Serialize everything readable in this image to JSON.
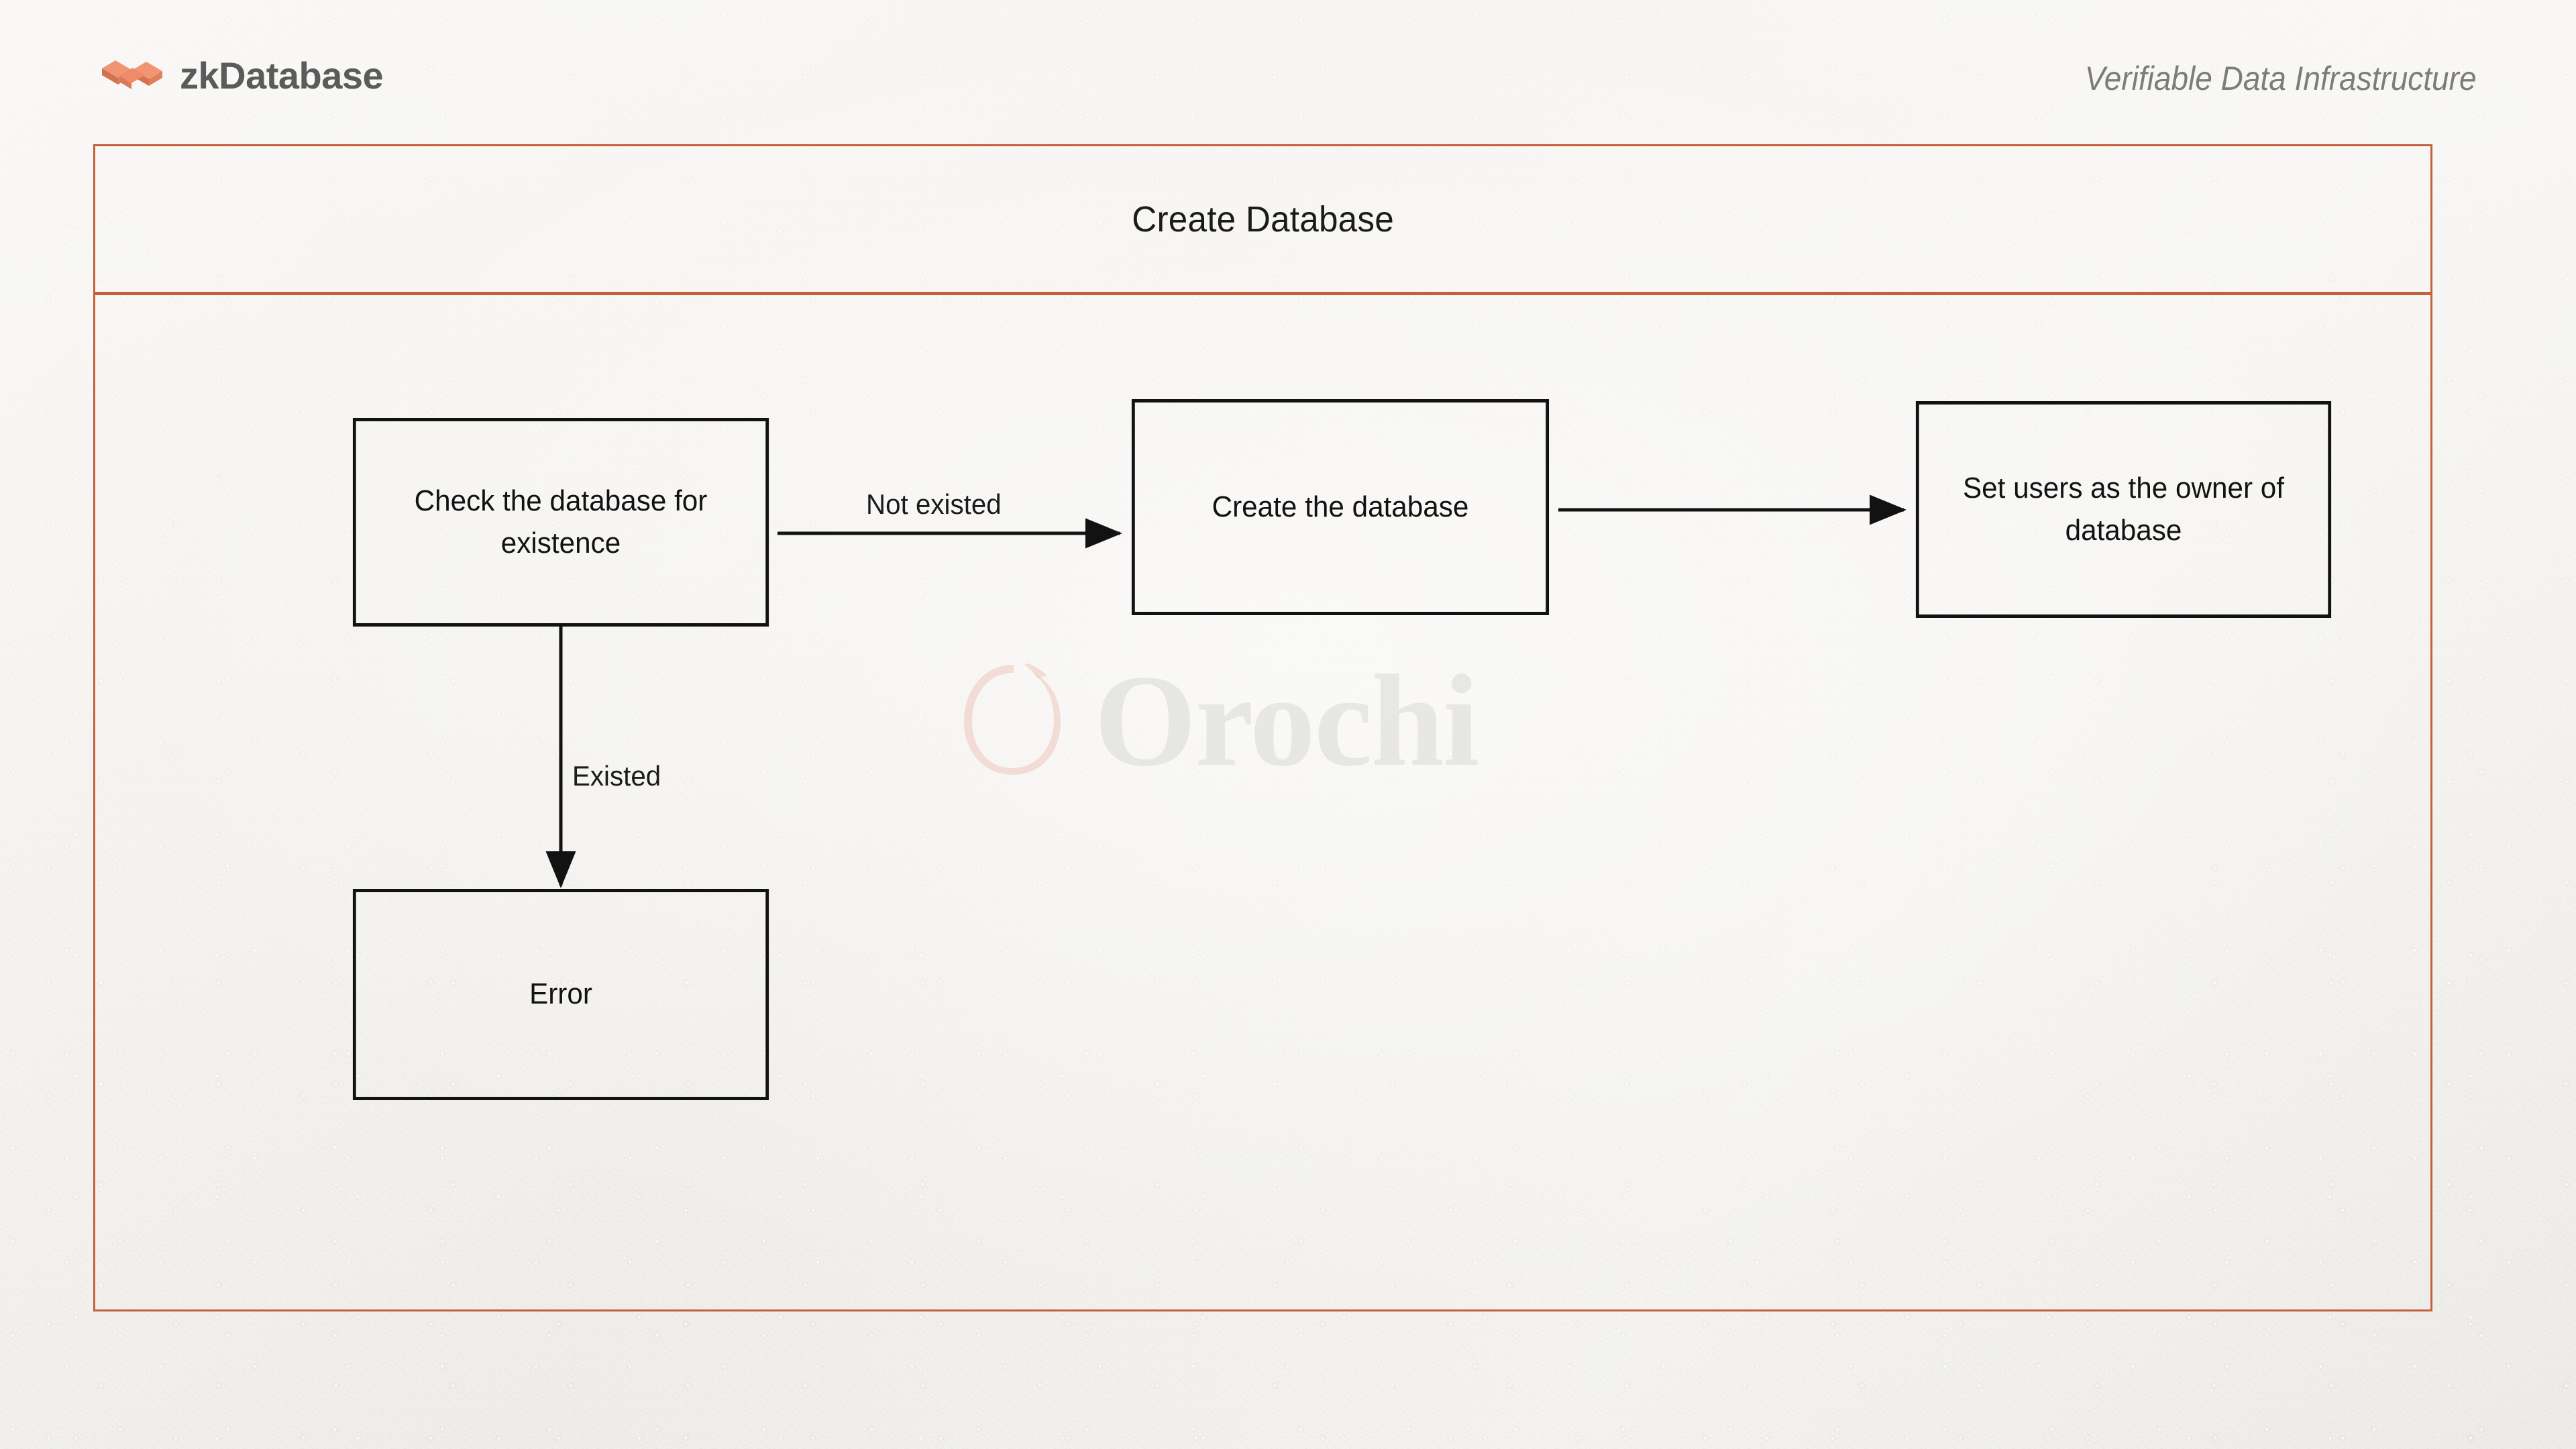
{
  "header": {
    "brand_name": "zkDatabase",
    "logo_icon": "zkdatabase-cubes-logo",
    "tagline": "Verifiable Data Infrastructure"
  },
  "panel": {
    "title": "Create Database"
  },
  "watermark": {
    "mark_icon": "orochi-circle-mark",
    "text": "Orochi"
  },
  "diagram": {
    "nodes": [
      {
        "id": "check",
        "label": "Check the database for existence"
      },
      {
        "id": "create",
        "label": "Create the database"
      },
      {
        "id": "owner",
        "label": "Set users as the owner of database"
      },
      {
        "id": "error",
        "label": "Error"
      }
    ],
    "edges": [
      {
        "from": "check",
        "to": "create",
        "label": "Not existed"
      },
      {
        "from": "check",
        "to": "error",
        "label": "Existed"
      },
      {
        "from": "create",
        "to": "owner",
        "label": ""
      }
    ]
  },
  "colors": {
    "frame": "#c4613c",
    "logo": "#ee8b6a",
    "logo_shade": "#c96a4c",
    "node_stroke": "#121212",
    "text": "#1b1b1b",
    "tagline_text": "#7c7c7c",
    "brand_text": "#5b5b5b",
    "background": "#f8f7f4"
  }
}
